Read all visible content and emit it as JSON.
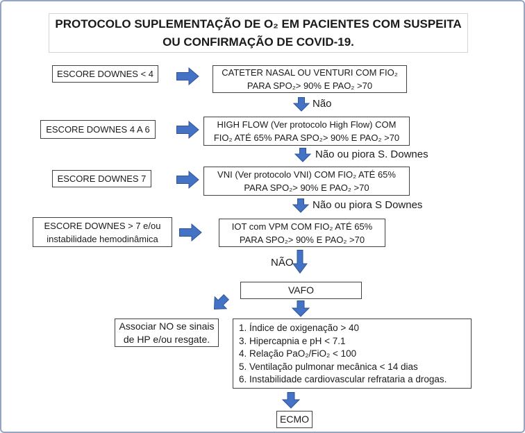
{
  "colors": {
    "arrow_fill": "#4472C4",
    "arrow_stroke": "#2F5597",
    "box_border": "#404040",
    "title_border": "#D4D4D4",
    "frame_border": "#96A5C6"
  },
  "title": "PROTOCOLO SUPLEMENTAÇÃO DE O₂ EM PACIENTES COM SUSPEITA\nOU CONFIRMAÇÃO DE COVID-19.",
  "rows": [
    {
      "condition": "ESCORE DOWNES < 4",
      "action": "CATETER NASAL OU VENTURI COM FIO₂\nPARA SPO₂> 90% E PAO₂ >70",
      "next_label": "Não"
    },
    {
      "condition": "ESCORE DOWNES 4 A 6",
      "action": "HIGH FLOW (Ver protocolo High Flow) COM\nFIO₂ ATÉ 65% PARA SPO₂> 90% E PAO₂ >70",
      "next_label": "Não ou piora S. Downes"
    },
    {
      "condition": "ESCORE DOWNES 7",
      "action": "VNI (Ver protocolo VNI) COM FIO₂ ATÉ 65%\nPARA SPO₂> 90% E PAO₂ >70",
      "next_label": "Não ou piora S Downes"
    },
    {
      "condition": "ESCORE DOWNES > 7 e/ou\ninstabilidade hemodinâmica",
      "action": "IOT com VPM COM FIO₂ ATÉ 65%\nPARA SPO₂> 90% E PAO₂ >70",
      "next_label": "NÃO"
    }
  ],
  "vafo": {
    "label": "VAFO"
  },
  "associar": {
    "text": "Associar NO se sinais\nde HP e/ou resgate."
  },
  "criteria": {
    "items": [
      "1. Índice de oxigenação > 40",
      "3. Hipercapnia e pH < 7.1",
      "4. Relação PaO₂/FiO₂ < 100",
      "5. Ventilação pulmonar mecânica < 14 dias",
      "6. Instabilidade cardiovascular refrataria a drogas."
    ]
  },
  "ecmo": {
    "label": "ECMO"
  }
}
